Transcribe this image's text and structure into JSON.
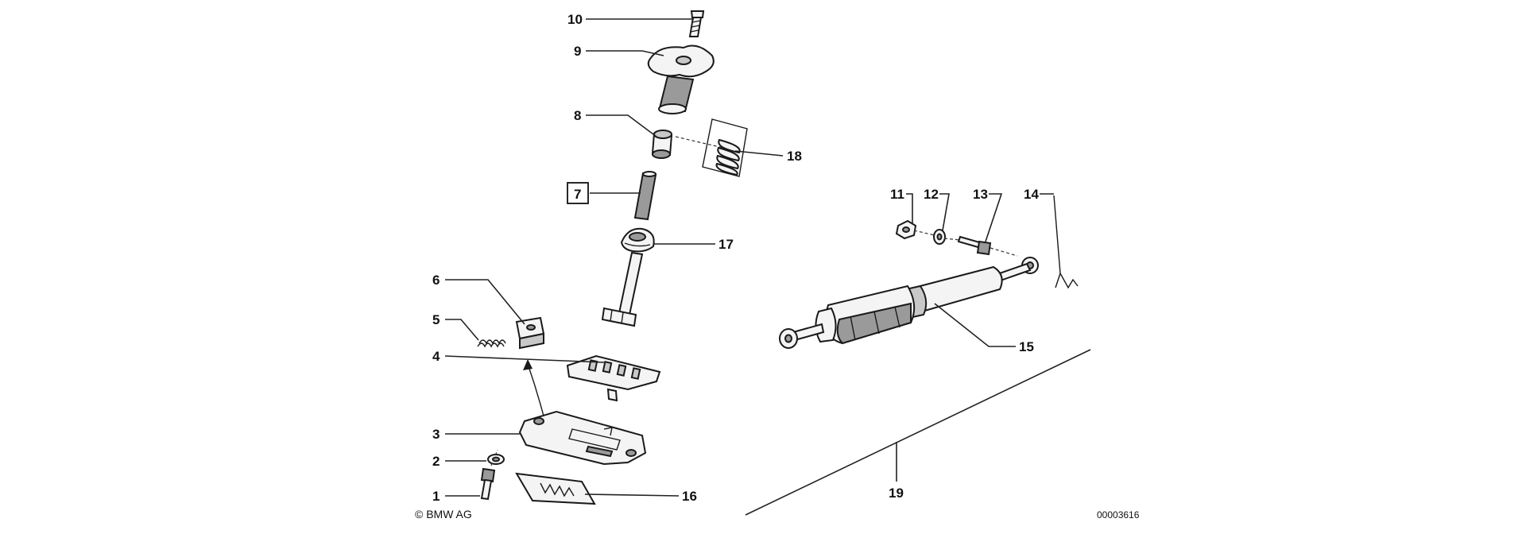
{
  "callouts": {
    "c1": "1",
    "c2": "2",
    "c3": "3",
    "c4": "4",
    "c5": "5",
    "c6": "6",
    "c7": "7",
    "c8": "8",
    "c9": "9",
    "c10": "10",
    "c11": "11",
    "c12": "12",
    "c13": "13",
    "c14": "14",
    "c15": "15",
    "c16": "16",
    "c17": "17",
    "c18": "18",
    "c19": "19"
  },
  "highlighted_callout": "7",
  "footer": {
    "copyright": "© BMW AG",
    "reference_number": "00003616"
  }
}
